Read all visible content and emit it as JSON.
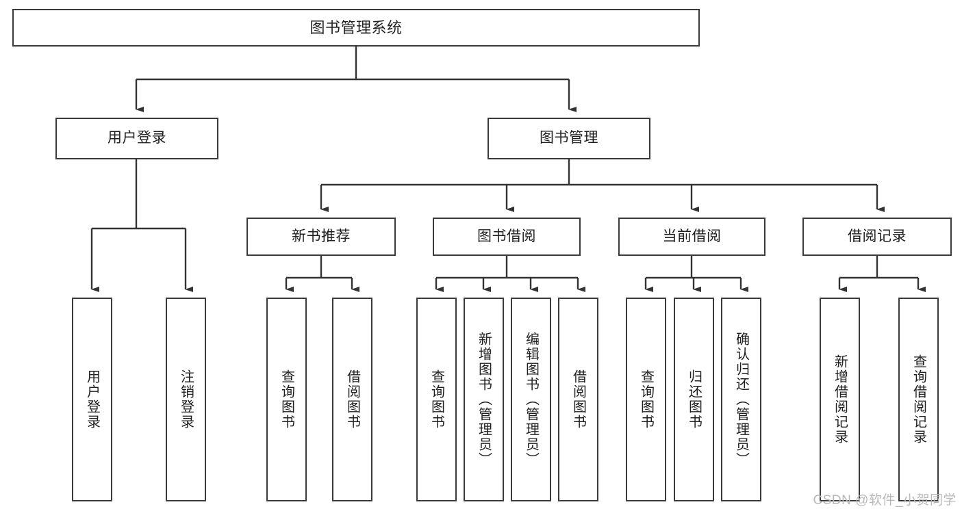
{
  "diagram": {
    "title": "图书管理系统",
    "type": "tree",
    "watermark": "CSDN @软件_小贺同学",
    "colors": {
      "box_border": "#3a3a3a",
      "box_fill": "#ffffff",
      "connector": "#333333",
      "text": "#1f1f1f",
      "watermark": "#b9b9b9",
      "background": "#ffffff"
    },
    "nodes": {
      "root": {
        "label": "图书管理系统"
      },
      "level1": [
        {
          "id": "user-login",
          "label": "用户登录"
        },
        {
          "id": "book-manage",
          "label": "图书管理"
        }
      ],
      "level2": [
        {
          "id": "new-book-recommend",
          "label": "新书推荐"
        },
        {
          "id": "book-borrow",
          "label": "图书借阅"
        },
        {
          "id": "current-borrow",
          "label": "当前借阅"
        },
        {
          "id": "borrow-record",
          "label": "借阅记录"
        }
      ],
      "leaves": {
        "user_login": [
          {
            "id": "leaf-user-login",
            "label": "用户登录"
          },
          {
            "id": "leaf-logout-login",
            "label": "注销登录"
          }
        ],
        "new_book_recommend": [
          {
            "id": "leaf-query-book-1",
            "label": "查询图书"
          },
          {
            "id": "leaf-borrow-book-1",
            "label": "借阅图书"
          }
        ],
        "book_borrow": [
          {
            "id": "leaf-query-book-2",
            "label": "查询图书"
          },
          {
            "id": "leaf-add-book",
            "label": "新增图书（管理员）"
          },
          {
            "id": "leaf-edit-book",
            "label": "编辑图书（管理员）"
          },
          {
            "id": "leaf-borrow-book-2",
            "label": "借阅图书"
          }
        ],
        "current_borrow": [
          {
            "id": "leaf-query-book-3",
            "label": "查询图书"
          },
          {
            "id": "leaf-return-book",
            "label": "归还图书"
          },
          {
            "id": "leaf-confirm-return",
            "label": "确认归还（管理员）"
          }
        ],
        "borrow_record": [
          {
            "id": "leaf-add-record",
            "label": "新增借阅记录"
          },
          {
            "id": "leaf-query-record",
            "label": "查询借阅记录"
          }
        ]
      }
    }
  }
}
